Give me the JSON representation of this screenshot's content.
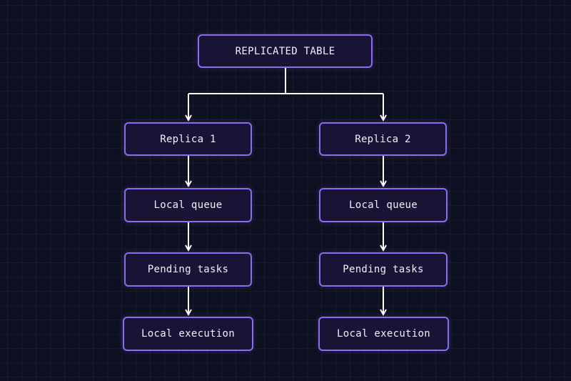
{
  "root": {
    "label": "REPLICATED TABLE"
  },
  "replicas": [
    {
      "name": "Replica 1",
      "steps": [
        "Local queue",
        "Pending tasks",
        "Local execution"
      ]
    },
    {
      "name": "Replica 2",
      "steps": [
        "Local queue",
        "Pending tasks",
        "Local execution"
      ]
    }
  ],
  "colors": {
    "background": "#0d1020",
    "node_fill": "#171436",
    "node_border": "#8b6cf0",
    "text": "#f2f0ff",
    "connector": "#ffffff"
  }
}
